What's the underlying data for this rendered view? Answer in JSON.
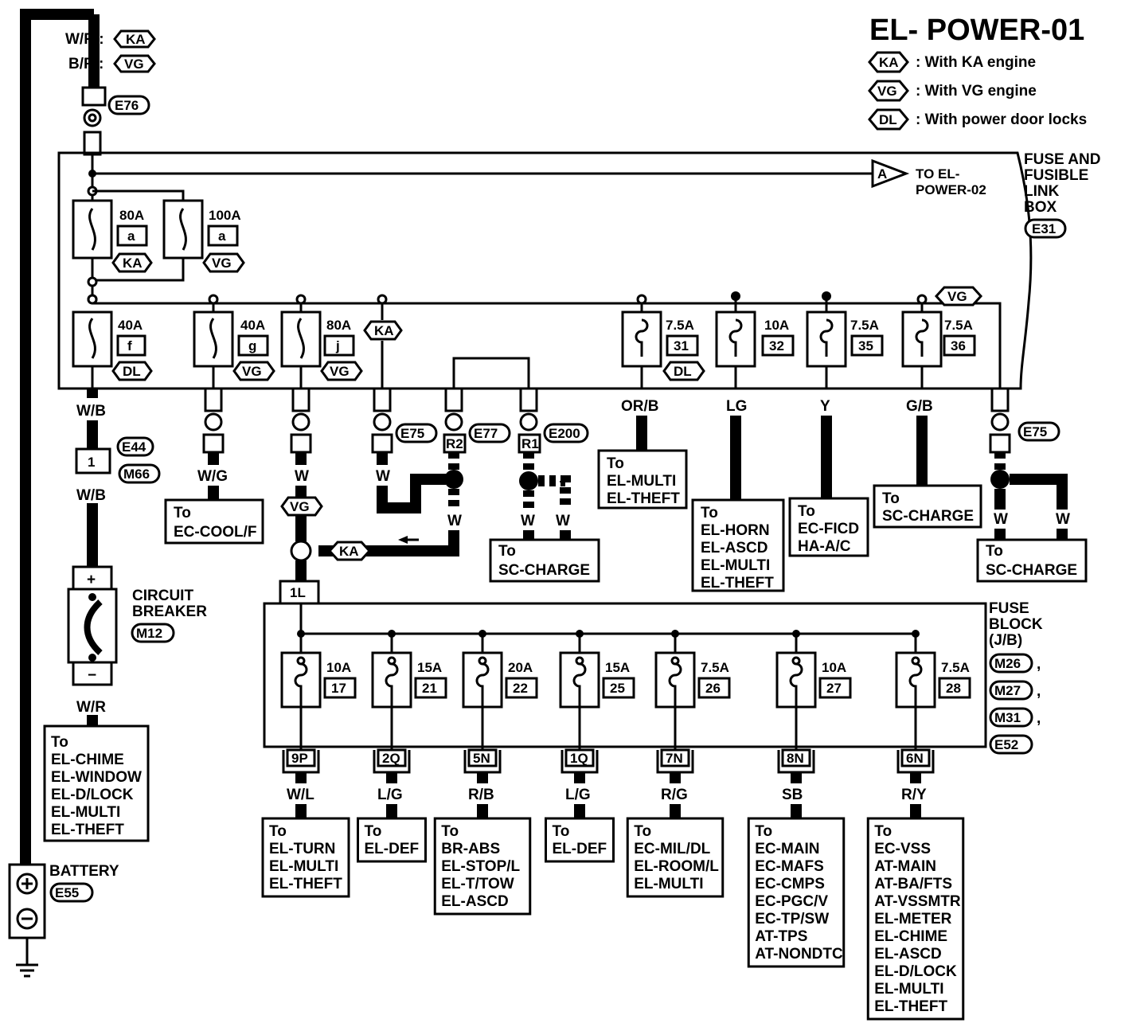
{
  "title": "EL- POWER-01",
  "legend": [
    {
      "code": "KA",
      "text": ": With KA engine"
    },
    {
      "code": "VG",
      "text": ": With VG engine"
    },
    {
      "code": "DL",
      "text": ": With power door locks"
    }
  ],
  "top": {
    "wr": "W/R :",
    "br": "B/R :",
    "ka": "KA",
    "vg": "VG",
    "e76": "E76"
  },
  "fusible_box": {
    "l1": "FUSE AND",
    "l2": "FUSIBLE",
    "l3": "LINK",
    "l4": "BOX",
    "conn": "E31",
    "to_a": "A",
    "to1": "TO EL-",
    "to2": "POWER-02"
  },
  "main_links": [
    {
      "amp": "80A",
      "id": "a",
      "tag": "KA"
    },
    {
      "amp": "100A",
      "id": "a",
      "tag": "VG"
    }
  ],
  "links": [
    {
      "amp": "40A",
      "id": "f",
      "tag": "DL",
      "wire": "W/B"
    },
    {
      "amp": "40A",
      "id": "g",
      "tag": "VG",
      "wire": "W/G"
    },
    {
      "amp": "80A",
      "id": "j",
      "tag": "VG",
      "wire": "W"
    }
  ],
  "ka_tag": "KA",
  "fuses_top": [
    {
      "amp": "7.5A",
      "id": "31",
      "wire": "OR/B",
      "tag": "DL"
    },
    {
      "amp": "10A",
      "id": "32",
      "wire": "LG"
    },
    {
      "amp": "7.5A",
      "id": "35",
      "wire": "Y"
    },
    {
      "amp": "7.5A",
      "id": "36",
      "wire": "G/B",
      "tag": "VG"
    }
  ],
  "conns": {
    "e75": "E75",
    "e77": "E77",
    "e200": "E200",
    "r2": "R2",
    "r1": "R1",
    "e44": "E44",
    "m66": "M66",
    "one": "1",
    "m12": "M12",
    "e55": "E55",
    "onel": "1L"
  },
  "wires": {
    "w": "W",
    "wb": "W/B",
    "wr": "W/R",
    "vg": "VG",
    "ka": "KA"
  },
  "dest": {
    "cool": [
      "To",
      "EC-COOL/F"
    ],
    "sc1": [
      "To",
      "SC-CHARGE"
    ],
    "multi": [
      "To",
      "EL-MULTI",
      "EL-THEFT"
    ],
    "horn": [
      "To",
      "EL-HORN",
      "EL-ASCD",
      "EL-MULTI",
      "EL-THEFT"
    ],
    "ficd": [
      "To",
      "EC-FICD",
      "HA-A/C"
    ],
    "sc2": [
      "To",
      "SC-CHARGE"
    ],
    "sc3": [
      "To",
      "SC-CHARGE"
    ],
    "chime": [
      "To",
      "EL-CHIME",
      "EL-WINDOW",
      "EL-D/LOCK",
      "EL-MULTI",
      "EL-THEFT"
    ]
  },
  "breaker": {
    "l1": "CIRCUIT",
    "l2": "BREAKER",
    "plus": "+",
    "minus": "−"
  },
  "battery": {
    "label": "BATTERY"
  },
  "fuse_block": {
    "l1": "FUSE",
    "l2": "BLOCK",
    "l3": "(J/B)",
    "conns": [
      "M26",
      ",",
      "M27",
      ",",
      "M31",
      ",",
      "E52"
    ]
  },
  "block_fuses": [
    {
      "amp": "10A",
      "id": "17",
      "conn": "9P",
      "wire": "W/L",
      "dest": [
        "To",
        "EL-TURN",
        "EL-MULTI",
        "EL-THEFT"
      ]
    },
    {
      "amp": "15A",
      "id": "21",
      "conn": "2Q",
      "wire": "L/G",
      "dest": [
        "To",
        "EL-DEF"
      ]
    },
    {
      "amp": "20A",
      "id": "22",
      "conn": "5N",
      "wire": "R/B",
      "dest": [
        "To",
        "BR-ABS",
        "EL-STOP/L",
        "EL-T/TOW",
        "EL-ASCD"
      ]
    },
    {
      "amp": "15A",
      "id": "25",
      "conn": "1Q",
      "wire": "L/G",
      "dest": [
        "To",
        "EL-DEF"
      ]
    },
    {
      "amp": "7.5A",
      "id": "26",
      "conn": "7N",
      "wire": "R/G",
      "dest": [
        "To",
        "EC-MIL/DL",
        "EL-ROOM/L",
        "EL-MULTI"
      ]
    },
    {
      "amp": "10A",
      "id": "27",
      "conn": "8N",
      "wire": "SB",
      "dest": [
        "To",
        "EC-MAIN",
        "EC-MAFS",
        "EC-CMPS",
        "EC-PGC/V",
        "EC-TP/SW",
        "AT-TPS",
        "AT-NONDTC"
      ]
    },
    {
      "amp": "7.5A",
      "id": "28",
      "conn": "6N",
      "wire": "R/Y",
      "dest": [
        "To",
        "EC-VSS",
        "AT-MAIN",
        "AT-BA/FTS",
        "AT-VSSMTR",
        "EL-METER",
        "EL-CHIME",
        "EL-ASCD",
        "EL-D/LOCK",
        "EL-MULTI",
        "EL-THEFT"
      ]
    }
  ]
}
